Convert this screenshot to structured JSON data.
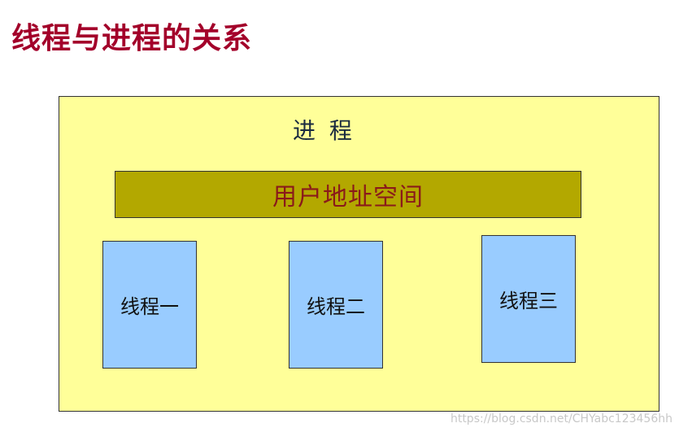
{
  "title": "线程与进程的关系",
  "diagram": {
    "process_label": "进 程",
    "address_space_label": "用户地址空间",
    "threads": [
      {
        "label": "线程一"
      },
      {
        "label": "线程二"
      },
      {
        "label": "线程三"
      }
    ]
  },
  "watermark": "https://blog.csdn.net/CHYabc123456hh",
  "colors": {
    "title": "#a3002a",
    "process_fill": "#ffff99",
    "address_space_fill": "#b3a800",
    "address_space_text": "#8a1a1a",
    "thread_fill": "#99ccff"
  }
}
